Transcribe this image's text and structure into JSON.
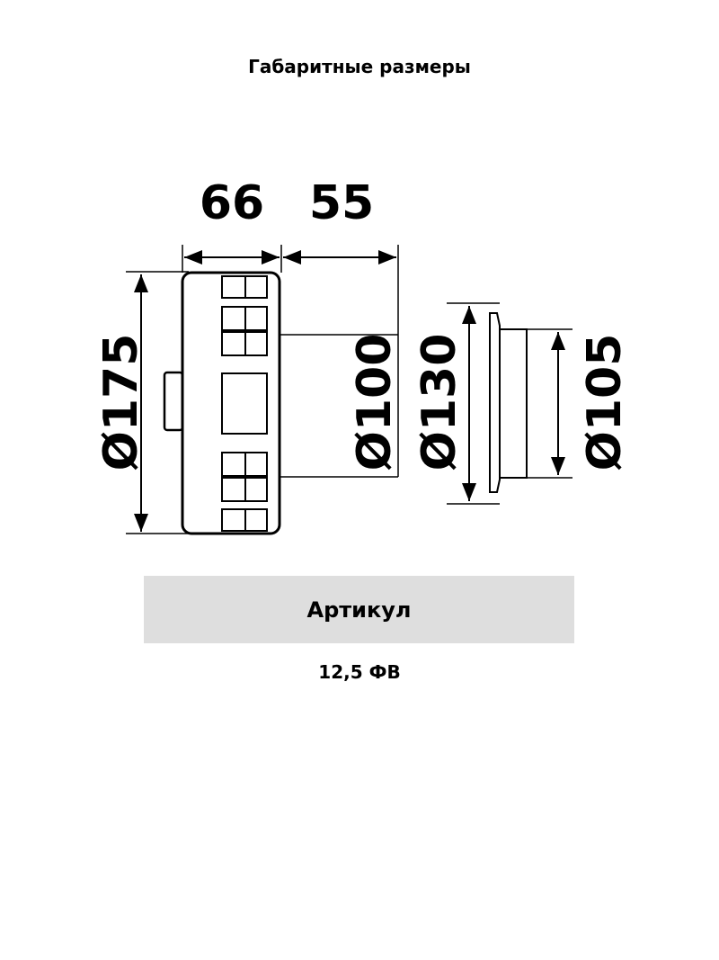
{
  "title": "Габаритные размеры",
  "dimensions": {
    "depth_body": "66",
    "depth_nozzle": "55",
    "outer_diameter": "Ø175",
    "nozzle_diameter": "Ø100",
    "flange_diameter": "Ø130",
    "spigot_diameter": "Ø105"
  },
  "table": {
    "header": "Артикул",
    "value": "12,5 ФВ"
  }
}
